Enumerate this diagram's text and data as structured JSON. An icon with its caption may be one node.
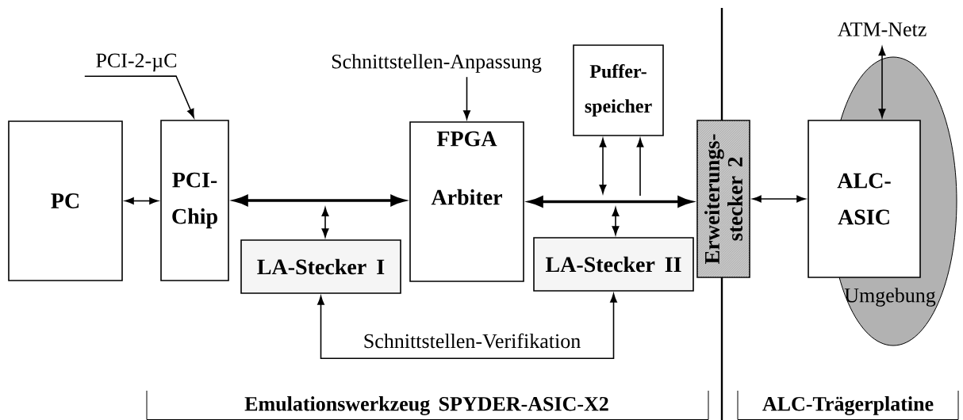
{
  "diagram": {
    "nodes": [
      {
        "text": [
          "PC"
        ]
      },
      {
        "text": [
          "PCI- Chip"
        ]
      },
      {
        "text": [
          "LA-Stecker I"
        ]
      },
      {
        "text": [
          "FPGA",
          "Arbiter"
        ]
      },
      {
        "text": [
          "Puffer- speicher"
        ]
      },
      {
        "text": [
          "LA-Stecker II"
        ]
      },
      {
        "text": [
          "Erweiterungs- stecker 2"
        ]
      },
      {
        "text": [
          "ALC- ASIC"
        ]
      },
      {
        "text": [
          "Umgebung"
        ]
      },
      {
        "text": [
          "PCI-2-µC"
        ]
      },
      {
        "text": [
          "Schnittstellen-Anpassung"
        ]
      },
      {
        "text": [
          "ATM-Netz"
        ]
      },
      {
        "text": [
          "Schnittstellen-Verifikation"
        ]
      }
    ],
    "edges": [
      {
        "from": 0,
        "to": 1,
        "arrow": "both"
      },
      {
        "from": 1,
        "to": 3,
        "arrow": "both",
        "style": "thick"
      },
      {
        "from": null,
        "to": 2,
        "arrow": "both"
      },
      {
        "from": 3,
        "to": 6,
        "arrow": "both",
        "style": "thick"
      },
      {
        "from": null,
        "to": 4,
        "arrow": "both"
      },
      {
        "from": null,
        "to": 4,
        "arrow": "to"
      },
      {
        "from": null,
        "to": 5,
        "arrow": "both"
      },
      {
        "from": 6,
        "to": 7,
        "arrow": "both"
      },
      {
        "from": 9,
        "to": 1,
        "arrow": "to"
      },
      {
        "from": 10,
        "to": 3,
        "arrow": "to"
      },
      {
        "from": 11,
        "to": 7,
        "arrow": "both"
      },
      {
        "from": 12,
        "to": 2,
        "arrow": "to"
      },
      {
        "from": 12,
        "to": 5,
        "arrow": "to"
      }
    ],
    "labels": [
      "Emulationswerkzeug SPYDER-ASIC-X2",
      "ALC-Trägerplatine"
    ]
  }
}
